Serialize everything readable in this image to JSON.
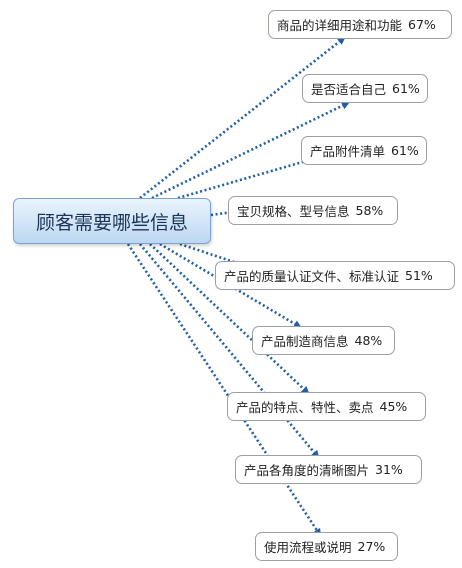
{
  "root": {
    "label": "顾客需要哪些信息"
  },
  "items": [
    {
      "label": "商品的详细用途和功能",
      "percent": "67%"
    },
    {
      "label": "是否适合自己",
      "percent": "61%"
    },
    {
      "label": "产品附件清单",
      "percent": "61%"
    },
    {
      "label": "宝贝规格、型号信息",
      "percent": "58%"
    },
    {
      "label": "产品的质量认证文件、标准认证",
      "percent": "51%"
    },
    {
      "label": "产品制造商信息",
      "percent": "48%"
    },
    {
      "label": "产品的特点、特性、卖点",
      "percent": "45%"
    },
    {
      "label": "产品各角度的清晰图片",
      "percent": "31%"
    },
    {
      "label": "使用流程或说明",
      "percent": "27%"
    }
  ],
  "colors": {
    "connector": "#1f5fa8",
    "root_border": "#7aa4cf",
    "node_border": "#9aa0a6"
  }
}
